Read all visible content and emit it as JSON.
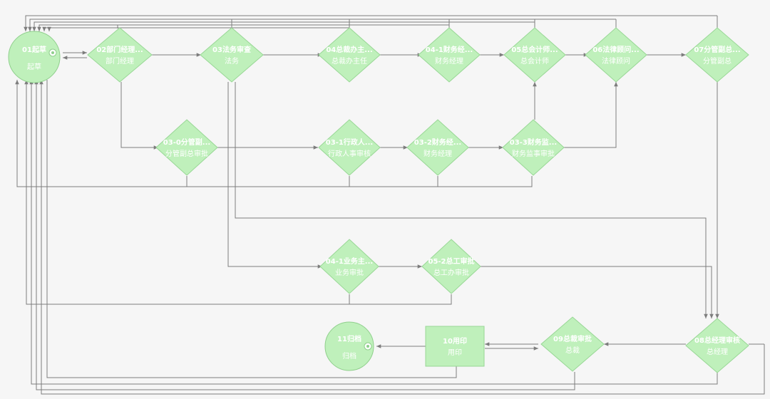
{
  "nodes": [
    {
      "id": "n01",
      "shape": "circle",
      "title": "01起草",
      "sub": "起草"
    },
    {
      "id": "n02",
      "shape": "diamond",
      "title": "02部门经理...",
      "sub": "部门经理"
    },
    {
      "id": "n03",
      "shape": "diamond",
      "title": "03法务审查",
      "sub": "法务"
    },
    {
      "id": "n04",
      "shape": "diamond",
      "title": "04总裁办主...",
      "sub": "总裁办主任"
    },
    {
      "id": "n041f",
      "shape": "diamond",
      "title": "04-1财务经...",
      "sub": "财务经理"
    },
    {
      "id": "n05",
      "shape": "diamond",
      "title": "05总会计师...",
      "sub": "总会计师"
    },
    {
      "id": "n06",
      "shape": "diamond",
      "title": "06法律顾问...",
      "sub": "法律顾问"
    },
    {
      "id": "n07",
      "shape": "diamond",
      "title": "07分管副总...",
      "sub": "分管副总"
    },
    {
      "id": "n030",
      "shape": "diamond",
      "title": "03-0分管副...",
      "sub": "分管副总审批"
    },
    {
      "id": "n031",
      "shape": "diamond",
      "title": "03-1行政人...",
      "sub": "行政人事审核"
    },
    {
      "id": "n032",
      "shape": "diamond",
      "title": "03-2财务经...",
      "sub": "财务经理"
    },
    {
      "id": "n033",
      "shape": "diamond",
      "title": "03-3财务监...",
      "sub": "财务监事审批"
    },
    {
      "id": "n041b",
      "shape": "diamond",
      "title": "04-1业务主...",
      "sub": "业务审批"
    },
    {
      "id": "n052",
      "shape": "diamond",
      "title": "05-2总工审批",
      "sub": "总工办审批"
    },
    {
      "id": "n08",
      "shape": "diamond",
      "title": "08总经理审核",
      "sub": "总经理"
    },
    {
      "id": "n09",
      "shape": "diamond",
      "title": "09总裁审批",
      "sub": "总裁"
    },
    {
      "id": "n10",
      "shape": "rect",
      "title": "10用印",
      "sub": "用印"
    },
    {
      "id": "n11",
      "shape": "circle",
      "title": "11归档",
      "sub": "归档"
    }
  ]
}
